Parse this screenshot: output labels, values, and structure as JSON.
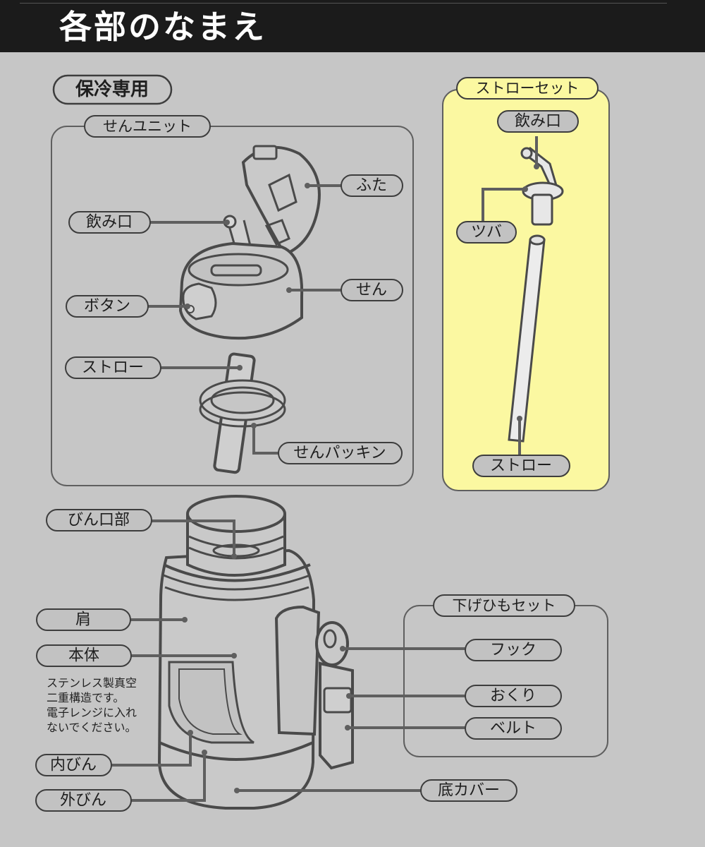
{
  "header": {
    "title": "各部のなまえ"
  },
  "section": {
    "title": "保冷専用"
  },
  "groups": {
    "cap_unit": "せんユニット",
    "straw_set": "ストローセット",
    "strap_set": "下げひもセット"
  },
  "cap_labels": {
    "lid": "ふた",
    "spout": "飲み口",
    "button": "ボタン",
    "stopper": "せん",
    "straw": "ストロー",
    "packing": "せんパッキン"
  },
  "straw_labels": {
    "spout": "飲み口",
    "flange": "ツバ",
    "straw": "ストロー"
  },
  "bottle_labels": {
    "mouth": "びん口部",
    "shoulder": "肩",
    "body": "本体",
    "inner": "内びん",
    "outer": "外びん",
    "bottom_cover": "底カバー"
  },
  "strap_labels": {
    "hook": "フック",
    "slider": "おくり",
    "belt": "ベルト"
  },
  "body_note": [
    "ステンレス製真空",
    "二重構造です。",
    "電子レンジに入れ",
    "ないでください。"
  ],
  "colors": {
    "background": "#c6c6c6",
    "header": "#1b1b1b",
    "straw_panel": "#fbf8a1",
    "pill": "#c2c2c2",
    "line": "#5f5f5f"
  }
}
